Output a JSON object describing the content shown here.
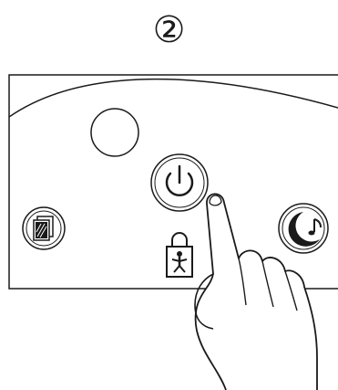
{
  "step_marker": "②",
  "control_panel": {
    "buttons": [
      {
        "name": "blank-round-button",
        "icon": "none"
      },
      {
        "name": "power-button",
        "icon": "power-icon"
      },
      {
        "name": "light-toggle-button",
        "icon": "light-pattern-icon"
      },
      {
        "name": "sleep-music-button",
        "icon": "moon-note-icon"
      }
    ],
    "indicators": [
      {
        "name": "child-lock-indicator",
        "icon": "child-lock-icon"
      }
    ]
  },
  "pointer": {
    "icon": "hand-pointer-icon",
    "target": "power-button"
  },
  "colors": {
    "stroke": "#1a1a1a",
    "background": "#ffffff"
  }
}
